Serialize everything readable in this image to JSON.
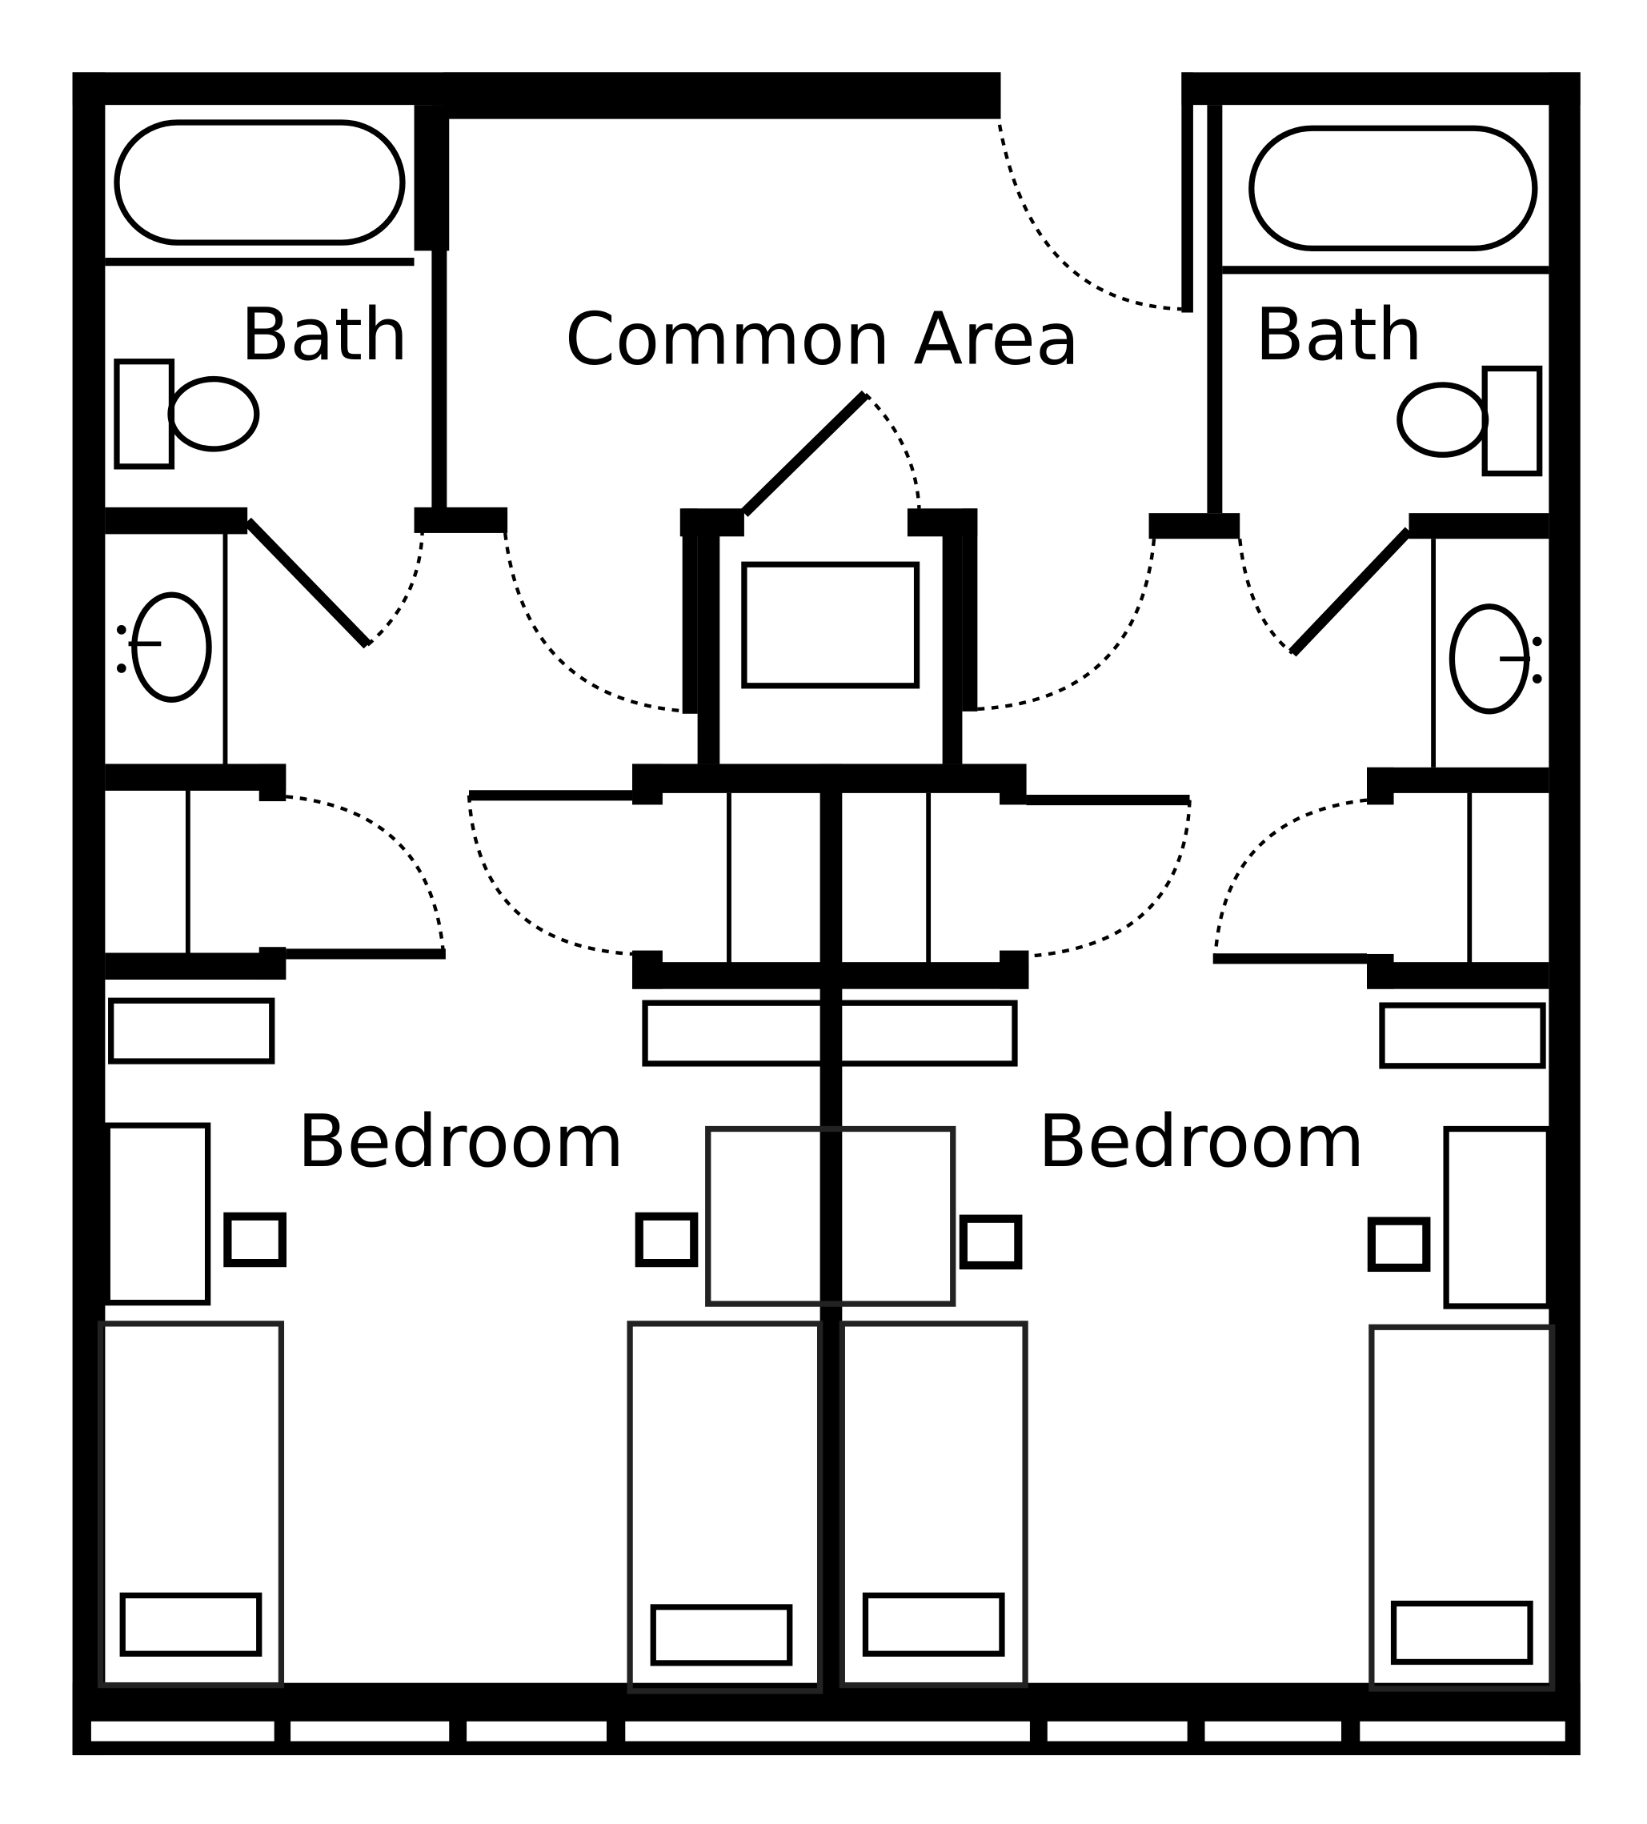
{
  "labels": {
    "bath_left": "Bath",
    "common_area": "Common Area",
    "bath_right": "Bath",
    "bedroom_left": "Bedroom",
    "bedroom_right": "Bedroom"
  }
}
